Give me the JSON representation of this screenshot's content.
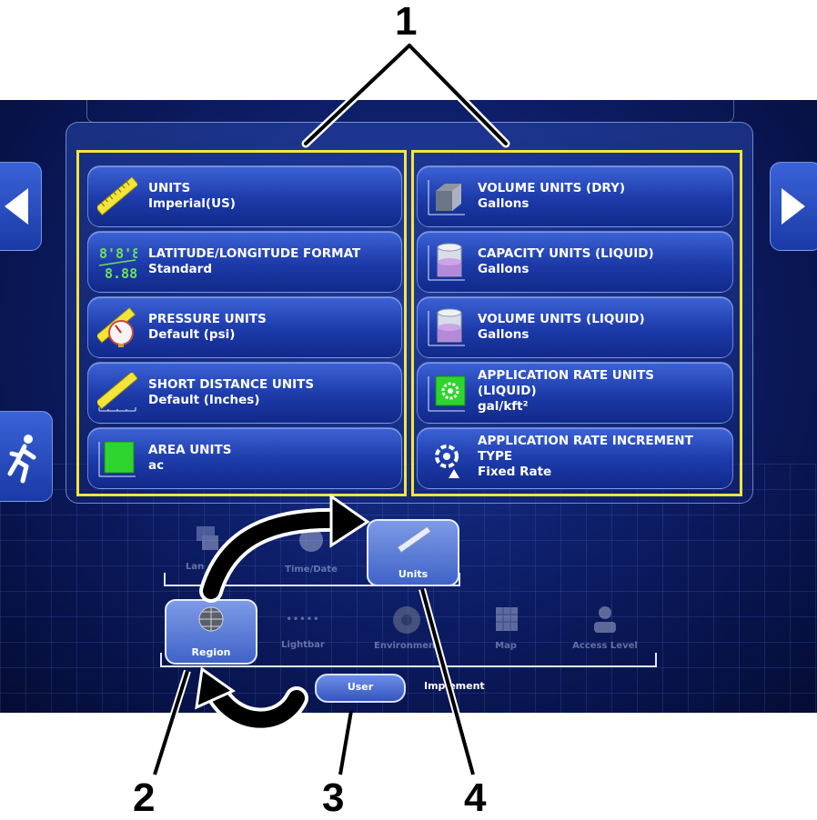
{
  "callouts": [
    "1",
    "2",
    "3",
    "4"
  ],
  "panel": {
    "title": "Regional Units"
  },
  "left_settings": [
    {
      "label": "UNITS",
      "value": "Imperial(US)",
      "icon": "ruler-icon"
    },
    {
      "label": "LATITUDE/LONGITUDE FORMAT",
      "value": "Standard",
      "icon": "digits-icon"
    },
    {
      "label": "PRESSURE UNITS",
      "value": "Default (psi)",
      "icon": "pressure-gauge-icon"
    },
    {
      "label": "SHORT DISTANCE UNITS",
      "value": "Default (Inches)",
      "icon": "short-ruler-icon"
    },
    {
      "label": "AREA UNITS",
      "value": "ac",
      "icon": "area-square-icon"
    }
  ],
  "right_settings": [
    {
      "label": "VOLUME UNITS (DRY)",
      "value": "Gallons",
      "icon": "cube-icon"
    },
    {
      "label": "CAPACITY UNITS (LIQUID)",
      "value": "Gallons",
      "icon": "cylinder-icon"
    },
    {
      "label": "VOLUME UNITS (LIQUID)",
      "value": "Gallons",
      "icon": "cylinder-icon"
    },
    {
      "label_line1": "APPLICATION RATE UNITS",
      "label_line2": "(LIQUID)",
      "value": "gal/kft²",
      "icon": "rate-gear-icon"
    },
    {
      "label_line1": "APPLICATION RATE INCREMENT",
      "label_line2": "TYPE",
      "value": "Fixed Rate",
      "icon": "rate-cycle-icon"
    }
  ],
  "sub_tabs": {
    "language": "Lan",
    "time_date": "Time/Date",
    "units": "Units"
  },
  "main_tabs": {
    "region": "Region",
    "lightbar": "Lightbar",
    "environment": "Environment",
    "map": "Map",
    "access_level": "Access Level"
  },
  "bottom_tabs": {
    "user": "User",
    "implement": "Implement"
  },
  "colors": {
    "highlight": "#f5e63a",
    "panel_blue": "#1c3aa8",
    "background": "#0e1f6b"
  }
}
